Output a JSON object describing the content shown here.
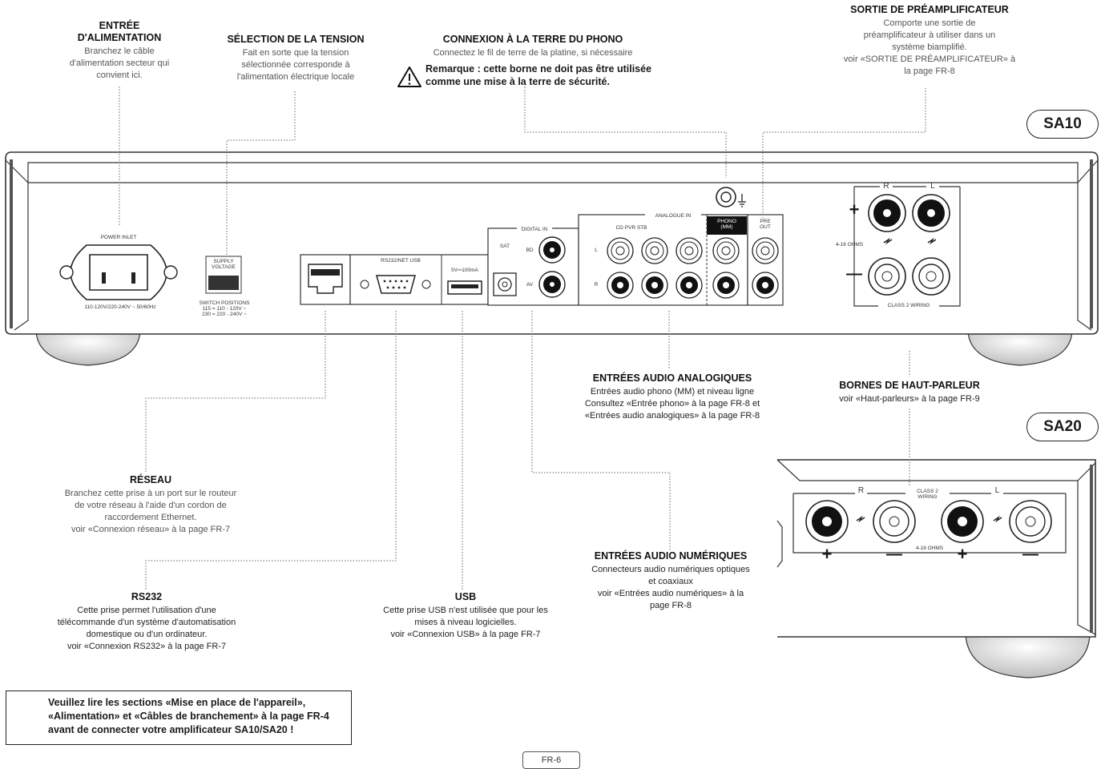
{
  "models": {
    "sa10": "SA10",
    "sa20": "SA20"
  },
  "callouts": {
    "power": {
      "title_l1": "ENTRÉE",
      "title_l2": "D'ALIMENTATION",
      "body": "Branchez le câble\nd'alimentation secteur qui\nconvient ici."
    },
    "voltage": {
      "title": "SÉLECTION DE LA TENSION",
      "body": "Fait en sorte que la tension\nsélectionnée corresponde à\nl'alimentation électrique locale"
    },
    "ground": {
      "title": "CONNEXION À LA TERRE DU PHONO",
      "body": "Connectez le fil de terre de la platine, si nécessaire",
      "remark": "Remarque : cette borne ne doit pas être utilisée\ncomme une mise à la terre de sécurité."
    },
    "preout": {
      "title": "SORTIE DE PRÉAMPLIFICATEUR",
      "body": "Comporte une sortie de\npréamplificateur à utiliser dans un\nsystème biamplifié.\nvoir «SORTIE DE PRÉAMPLIFICATEUR» à\nla page FR-8"
    },
    "analog": {
      "title": "ENTRÉES AUDIO ANALOGIQUES",
      "body": "Entrées audio phono (MM) et niveau ligne\nConsultez «Entrée phono» à la page FR-8 et\n«Entrées audio analogiques» à la page FR-8"
    },
    "speakers": {
      "title": "BORNES DE HAUT-PARLEUR",
      "body": "voir «Haut-parleurs» à la page FR-9"
    },
    "network": {
      "title": "RÉSEAU",
      "body": "Branchez cette prise à un port sur le routeur\nde votre réseau à l'aide d'un cordon de\nraccordement Ethernet.\nvoir «Connexion réseau» à la page FR-7"
    },
    "rs232": {
      "title": "RS232",
      "body": "Cette prise permet l'utilisation d'une\ntélécommande d'un système d'automatisation\ndomestique ou d'un ordinateur.\nvoir «Connexion RS232» à la page FR-7"
    },
    "usb": {
      "title": "USB",
      "body": "Cette prise USB n'est utilisée que pour les\nmises à niveau logicielles.\nvoir «Connexion USB» à la page FR-7"
    },
    "digital": {
      "title": "ENTRÉES AUDIO NUMÉRIQUES",
      "body": "Connecteurs audio numériques optiques\net coaxiaux\nvoir «Entrées audio numériques» à la\npage FR-8"
    }
  },
  "panel_labels": {
    "power_inlet": "POWER INLET",
    "power_rating": "110-120V/220-240V ~ 50/60Hz",
    "supply_voltage": "SUPPLY\nVOLTAGE",
    "switch_positions": "SWITCH POSITIONS\n115 = 110 - 120V ~\n230 = 220 - 240V ~",
    "rs232_usb": "RS232/NET USB",
    "usb_rating": "5V⎓100mA",
    "digital_in": "DIGITAL IN",
    "sat": "SAT",
    "bd": "BD",
    "av": "AV",
    "analogue_in": "ANALOGUE IN",
    "cd_pvr_stb": "CD    PVR    STB",
    "left": "L",
    "right": "R",
    "phono_mm": "PHONO\n(MM)",
    "pre_out": "PRE\nOUT",
    "ohms": "4-16 OHMS",
    "class2": "CLASS 2 WIRING",
    "sp_r": "R",
    "sp_l": "L",
    "plus": "+",
    "minus": "—"
  },
  "sa20_labels": {
    "r": "R",
    "l": "L",
    "class2": "CLASS 2\nWIRING",
    "ohms": "4-16 OHMS",
    "plus": "+",
    "minus": "—"
  },
  "warning": {
    "text": "Veuillez lire les sections «Mise en place de l'appareil»,\n«Alimentation» et «Câbles de branchement» à la page FR-4\navant de connecter votre amplificateur SA10/SA20 !"
  },
  "page_number": "FR-6"
}
